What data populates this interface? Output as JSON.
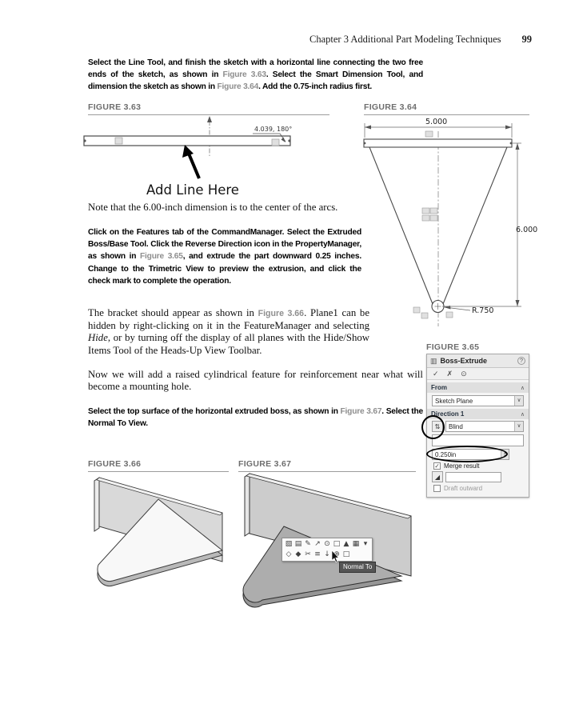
{
  "header": {
    "chapter": "Chapter 3  Additional Part Modeling Techniques",
    "page_number": "99"
  },
  "intro_para": {
    "t1": "Select the Line Tool, and finish the sketch with a horizontal line connecting the two free ends of the sketch, as shown in ",
    "ref1": "Figure 3.63",
    "t2": ". Select the Smart Dimension Tool, and dimension the sketch as shown in ",
    "ref2": "Figure 3.64",
    "t3": ". Add the 0.75-inch radius first."
  },
  "note_para": "Note that the 6.00-inch dimension is to the center of the arcs.",
  "features_para": {
    "t1": "Click on the Features tab of the CommandManager. Select the Extruded Boss/Base Tool. Click the Reverse Direction icon in the PropertyManager, as shown in ",
    "ref1": "Figure 3.65",
    "t2": ", and extrude the part downward 0.25 inches. Change to the Trimetric View to preview the extrusion, and click the check mark to complete the operation."
  },
  "bracket_para": {
    "t1": "The bracket should appear as shown in ",
    "ref1": "Figure 3.66",
    "t2": ". Plane1 can be hidden by right-clicking on it in the FeatureManager and selecting ",
    "hide_word": "Hide",
    "t3": ", or by turning off the display of all planes with the Hide/Show Items Tool of the Heads-Up View Toolbar."
  },
  "reinforce_para": "Now we will add a raised cylindrical feature for reinforcement near what will become a mounting hole.",
  "select_para": {
    "t1": "Select the top surface of the horizontal extruded boss, as shown in ",
    "ref1": "Figure 3.67",
    "t2": ". Select the Normal To View."
  },
  "fig363": {
    "label": "FIGURE 3.63",
    "dimension": "4.039, 180°",
    "annotation": "Add Line Here"
  },
  "fig364": {
    "label": "FIGURE 3.64",
    "dim_top": "5.000",
    "dim_right": "6.000",
    "dim_radius": "R.750"
  },
  "fig365": {
    "label": "FIGURE 3.65",
    "panel": {
      "title": "Boss-Extrude",
      "title_icon": "▥",
      "help_icon": "?",
      "ok_icon": "✓",
      "cancel_icon": "✗",
      "preview_icon": "⊙",
      "collapse_glyph": "∧",
      "dropdown_glyph": "∨",
      "from_header": "From",
      "from_value": "Sketch Plane",
      "direction_header": "Direction 1",
      "reverse_icon": "⇅",
      "end_condition": "Blind",
      "depth_value": "0.250in",
      "spin_up": "▴",
      "spin_down": "▾",
      "merge_label": "Merge result",
      "merge_check": "✓",
      "draft_icon": "◢",
      "draft_outward_label": "Draft outward"
    }
  },
  "fig366": {
    "label": "FIGURE 3.66"
  },
  "fig367": {
    "label": "FIGURE 3.67",
    "tooltip": "Normal To",
    "toolbar_row1": [
      "▧",
      "▤",
      "✎",
      "↗",
      "⊙",
      "□",
      "▲",
      "▦",
      "▾"
    ],
    "toolbar_row2": [
      "◇",
      "◆",
      "✂",
      "≡",
      "↓",
      "⊕",
      "□"
    ]
  },
  "colors": {
    "figure_label": "#6e6e6e",
    "figure_ref": "#8e8e8e",
    "annotation_circle": "#000000"
  }
}
